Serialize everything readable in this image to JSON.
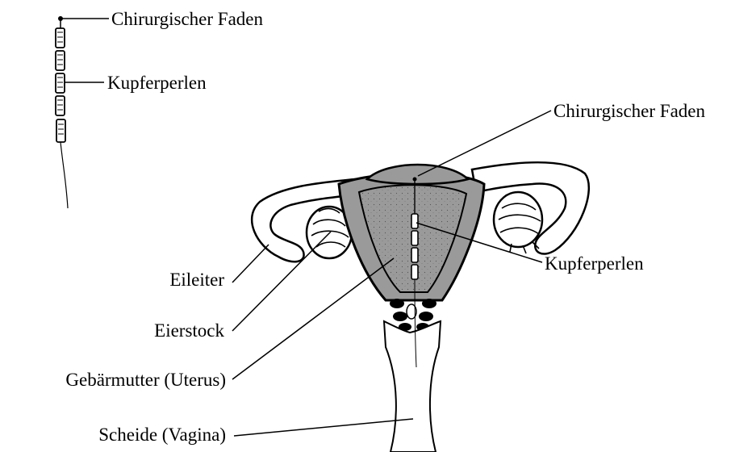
{
  "labels": {
    "device_thread": "Chirurgischer Faden",
    "device_beads": "Kupferperlen",
    "uterus_thread": "Chirurgischer Faden",
    "uterus_beads": "Kupferperlen",
    "fallopian_tube": "Eileiter",
    "ovary": "Eierstock",
    "uterus": "Gebärmutter (Uterus)",
    "vagina": "Scheide (Vagina)"
  }
}
